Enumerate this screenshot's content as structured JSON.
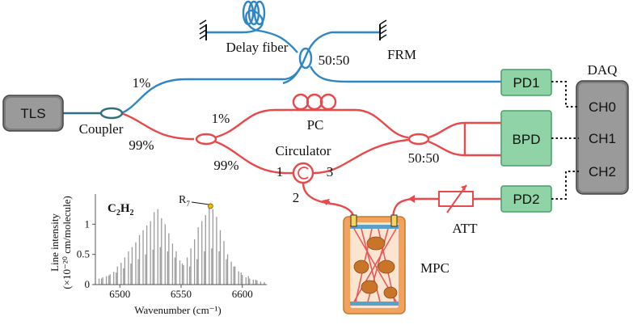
{
  "labels": {
    "tls": "TLS",
    "coupler": "Coupler",
    "coupler_1pct": "1%",
    "coupler_99pct": "99%",
    "delay_fiber": "Delay fiber",
    "split_5050_top": "50:50",
    "frm": "FRM",
    "pd1": "PD1",
    "daq": "DAQ",
    "ch0": "CH0",
    "ch1": "CH1",
    "ch2": "CH2",
    "bpd": "BPD",
    "pd2": "PD2",
    "split_1pct": "1%",
    "split_99pct": "99%",
    "pc": "PC",
    "circulator": "Circulator",
    "port1": "1",
    "port2": "2",
    "port3": "3",
    "split_5050_mid": "50:50",
    "att": "ATT",
    "mpc": "MPC"
  },
  "colors": {
    "blue_fiber": "#2f86c4",
    "red_fiber": "#e8494b",
    "green_box": "#8fd3a6",
    "gray_box": "#8a8a8a",
    "mpc_body": "#f2a25c"
  },
  "chart_data": {
    "type": "bar",
    "title": "C2H2",
    "title_main": "C",
    "title_sub1": "2",
    "title_mid": "H",
    "title_sub2": "2",
    "xlabel": "Wavenumber (cm⁻¹)",
    "ylabel_line1": "Line intensity",
    "ylabel_line2": "(×10⁻²⁰ cm/molecule)",
    "annotation": "R7",
    "annotation_main": "R",
    "annotation_sub": "7",
    "annotation_x": 6574,
    "annotation_y": 1.3,
    "xlim": [
      6480,
      6620
    ],
    "ylim": [
      0,
      1.5
    ],
    "xticks": [
      6500,
      6550,
      6600
    ],
    "yticks": [
      0,
      0.5,
      1
    ],
    "ytick_labels": [
      "0",
      "0.5",
      "1"
    ],
    "x": [
      6483,
      6486,
      6489,
      6492,
      6495,
      6498,
      6501,
      6504,
      6507,
      6510,
      6513,
      6516,
      6519,
      6522,
      6525,
      6528,
      6531,
      6534,
      6537,
      6540,
      6543,
      6546,
      6549,
      6552,
      6555,
      6558,
      6561,
      6564,
      6567,
      6570,
      6573,
      6576,
      6579,
      6582,
      6585,
      6588,
      6591,
      6594,
      6597,
      6600,
      6603,
      6606,
      6609,
      6612,
      6615,
      6618,
      6485,
      6491,
      6497,
      6503,
      6509,
      6515,
      6521,
      6527,
      6533,
      6539,
      6545,
      6551,
      6557,
      6563,
      6569,
      6575,
      6581,
      6587,
      6593,
      6599,
      6605,
      6611
    ],
    "values": [
      0.1,
      0.12,
      0.14,
      0.17,
      0.21,
      0.3,
      0.36,
      0.45,
      0.55,
      0.62,
      0.7,
      0.82,
      0.9,
      0.98,
      1.05,
      1.2,
      1.25,
      1.1,
      1.0,
      0.85,
      0.68,
      0.55,
      0.4,
      0.32,
      0.45,
      0.6,
      0.75,
      0.95,
      1.05,
      1.15,
      1.3,
      1.25,
      1.12,
      0.9,
      0.72,
      0.5,
      0.38,
      0.3,
      0.22,
      0.16,
      0.12,
      0.1,
      0.08,
      0.07,
      0.05,
      0.04,
      0.1,
      0.15,
      0.2,
      0.27,
      0.35,
      0.42,
      0.5,
      0.58,
      0.62,
      0.55,
      0.45,
      0.35,
      0.3,
      0.42,
      0.55,
      0.6,
      0.55,
      0.42,
      0.3,
      0.2,
      0.14,
      0.08
    ]
  }
}
